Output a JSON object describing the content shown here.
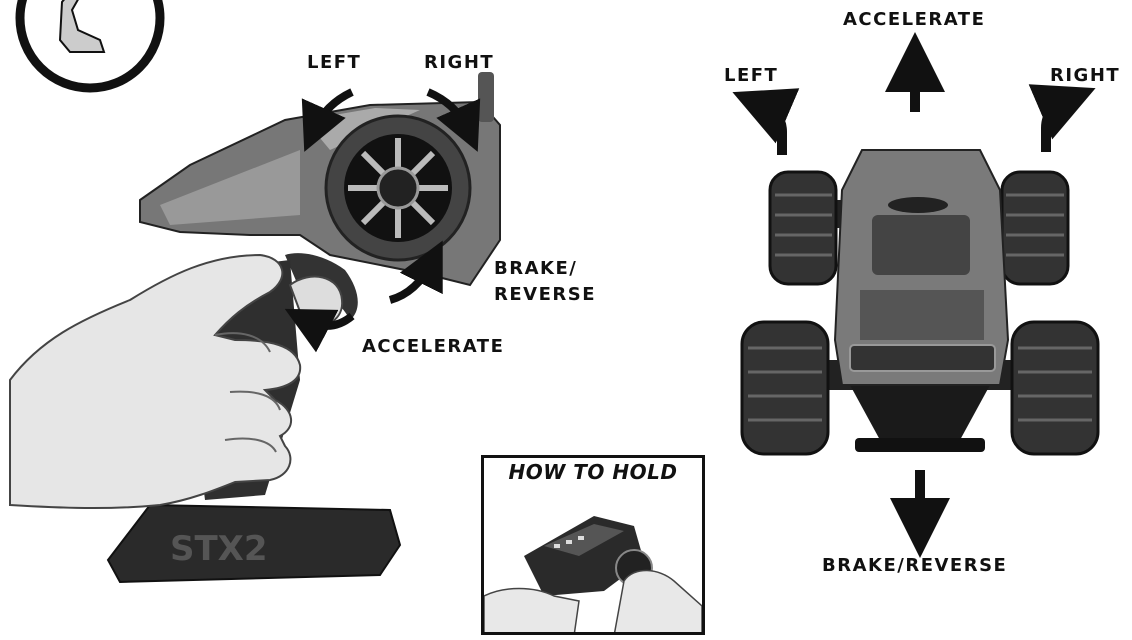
{
  "transmitter": {
    "labels": {
      "left": "LEFT",
      "right": "RIGHT",
      "brake_reverse_line1": "BRAKE/",
      "brake_reverse_line2": "REVERSE",
      "accelerate": "ACCELERATE"
    },
    "model_text": "STX2"
  },
  "truck": {
    "labels": {
      "accelerate": "ACCELERATE",
      "left": "LEFT",
      "right": "RIGHT",
      "brake_reverse": "BRAKE/REVERSE"
    }
  },
  "inset": {
    "title": "HOW TO HOLD"
  },
  "colors": {
    "ink": "#111111",
    "light_gray": "#d9d9d9",
    "mid_gray": "#8a8a8a",
    "dark_gray": "#3a3a3a"
  }
}
